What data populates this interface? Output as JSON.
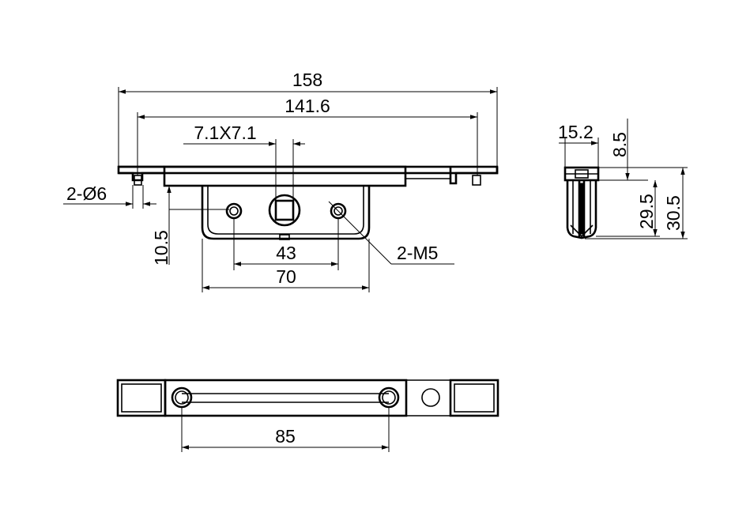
{
  "dimensions": {
    "overall_length": "158",
    "hole_span": "141.6",
    "square_hole": "7.1X7.1",
    "pin_holes": "2-Ø6",
    "height_offset": "10.5",
    "thread_spacing": "43",
    "body_width": "70",
    "thread_holes": "2-M5",
    "side_width": "15.2",
    "side_top": "8.5",
    "side_depth": "29.5",
    "side_total": "30.5",
    "bottom_spacing": "85"
  }
}
